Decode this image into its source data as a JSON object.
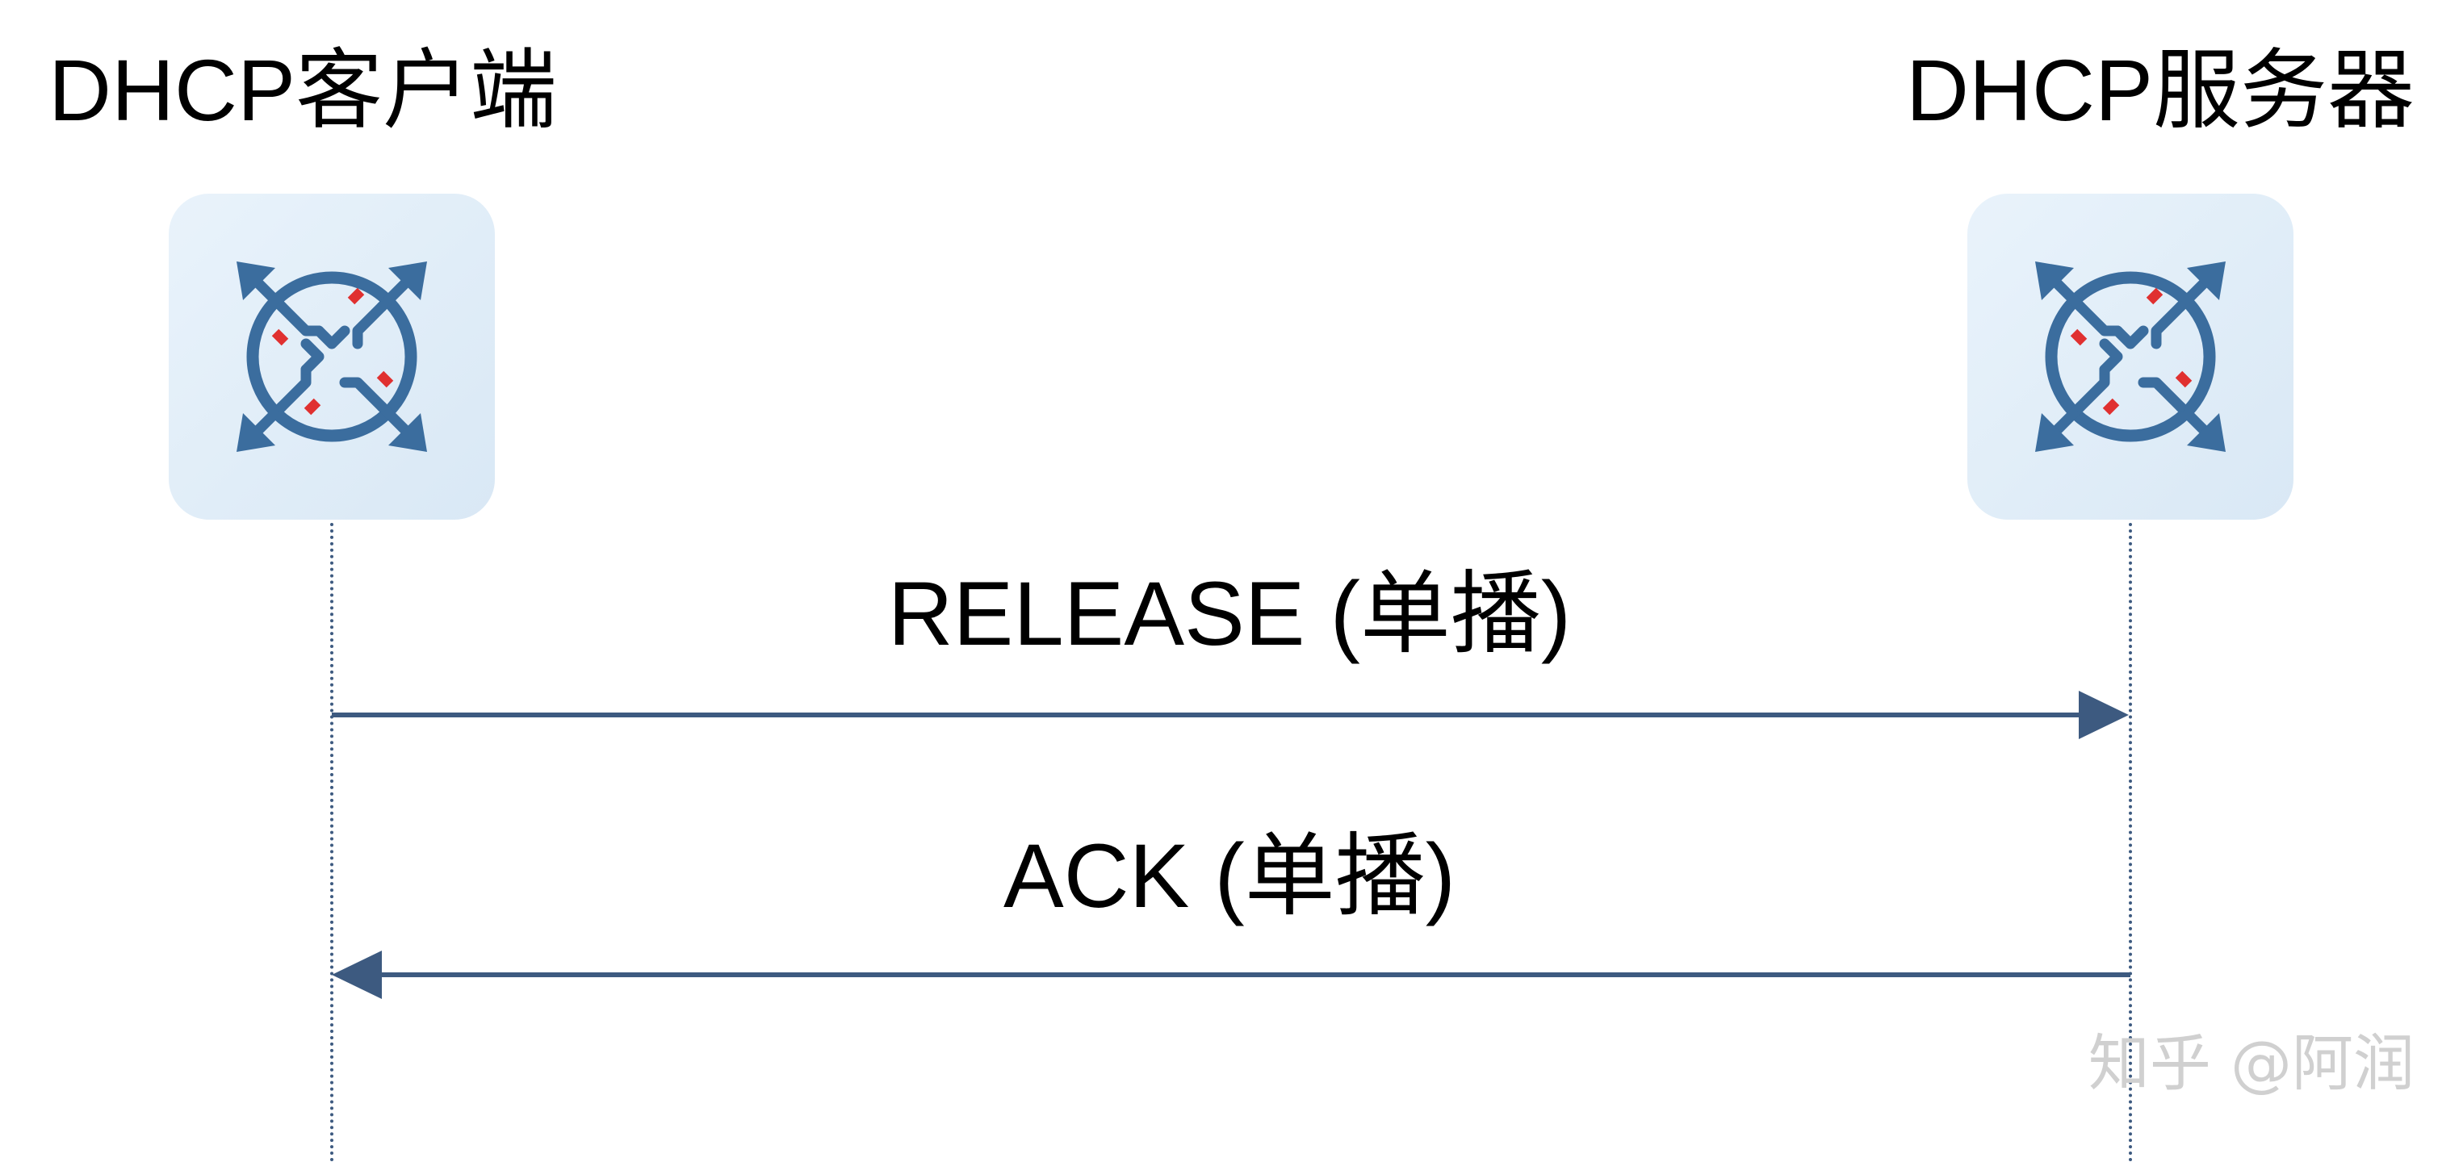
{
  "nodes": {
    "client": {
      "title": "DHCP客户端",
      "icon": "router-icon"
    },
    "server": {
      "title": "DHCP服务器",
      "icon": "router-icon"
    }
  },
  "messages": [
    {
      "label": "RELEASE (单播)",
      "direction": "client-to-server"
    },
    {
      "label": "ACK (单播)",
      "direction": "server-to-client"
    }
  ],
  "watermark": "知乎 @阿润",
  "colors": {
    "line": "#3d5a80",
    "icon": "#3b6d9e",
    "icon_accent": "#e03030",
    "tile": "#e2eef8"
  }
}
